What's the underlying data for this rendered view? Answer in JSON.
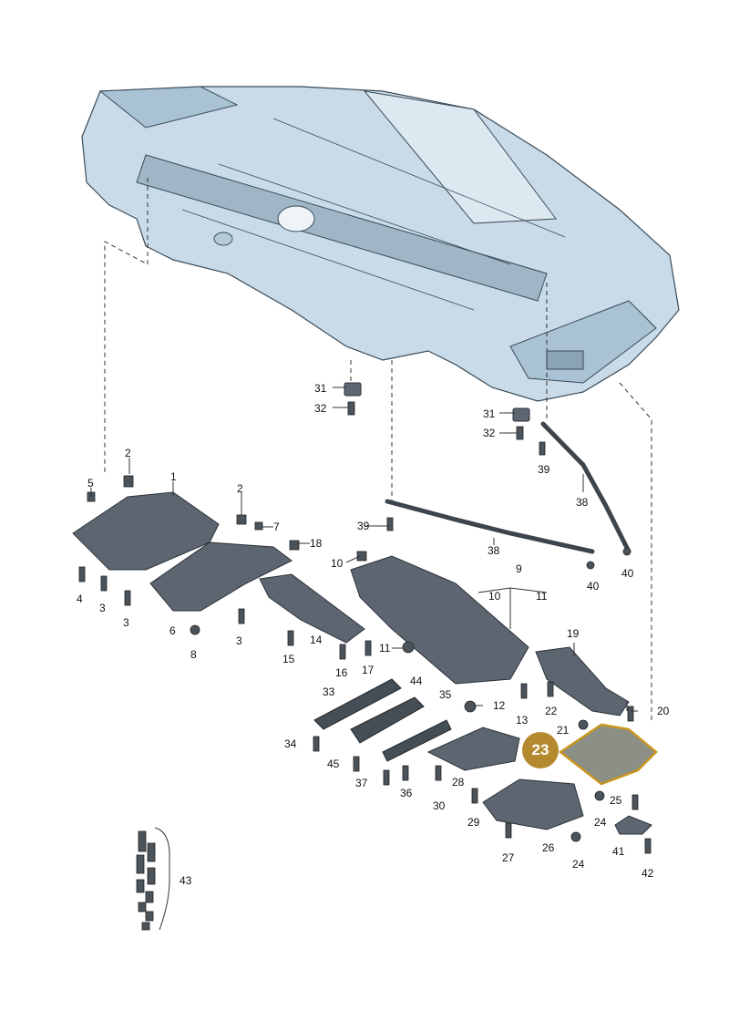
{
  "callouts": {
    "n1": "1",
    "n2a": "2",
    "n2b": "2",
    "n3a": "3",
    "n3b": "3",
    "n3c": "3",
    "n4": "4",
    "n5": "5",
    "n6": "6",
    "n7": "7",
    "n8": "8",
    "n9": "9",
    "n10a": "10",
    "n10b": "10",
    "n11a": "11",
    "n11b": "11",
    "n12": "12",
    "n13": "13",
    "n14": "14",
    "n15": "15",
    "n16": "16",
    "n17": "17",
    "n18": "18",
    "n19": "19",
    "n20": "20",
    "n21": "21",
    "n22": "22",
    "n23": "23",
    "n24a": "24",
    "n24b": "24",
    "n25": "25",
    "n26": "26",
    "n27": "27",
    "n28": "28",
    "n29": "29",
    "n30": "30",
    "n31a": "31",
    "n31b": "31",
    "n32a": "32",
    "n32b": "32",
    "n33": "33",
    "n34": "34",
    "n35": "35",
    "n36": "36",
    "n37": "37",
    "n38a": "38",
    "n38b": "38",
    "n39a": "39",
    "n39b": "39",
    "n40a": "40",
    "n40b": "40",
    "n41": "41",
    "n42": "42",
    "n43": "43",
    "n44": "44",
    "n45": "45"
  },
  "highlight_color": "#b58a2e"
}
